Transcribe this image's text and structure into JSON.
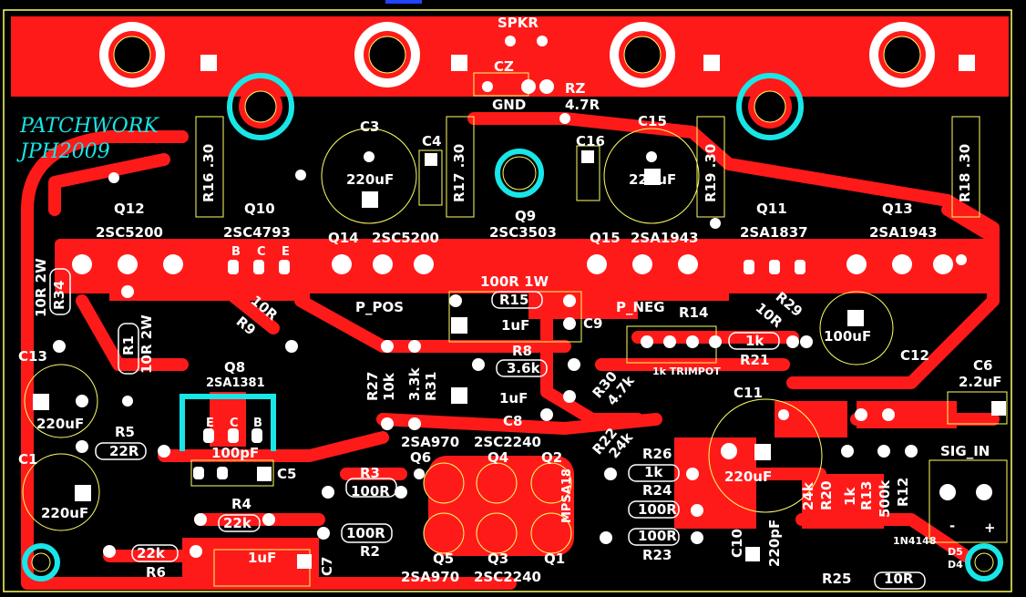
{
  "colors": {
    "background": "#000000",
    "copper": "#ff1a1a",
    "silkscreen": "#ffff66",
    "pad": "#ffffff",
    "accent": "#19e6e6"
  },
  "brand": {
    "line1": "PATCHWORK",
    "line2": "JPH2009"
  },
  "header": {
    "spkr": "SPKR",
    "cz": "CZ",
    "rz": "RZ",
    "rz_val": "4.7R",
    "gnd": "GND"
  },
  "caps": {
    "c3": "C3",
    "c3v": "220uF",
    "c4": "C4",
    "c15": "C15",
    "c15v": "220uF",
    "c16": "C16",
    "c13": "C13",
    "c13v": "220uF",
    "c1": "C1",
    "c1v": "220uF",
    "c5": "C5",
    "c5v": "100pF",
    "c7": "C7",
    "c7v": "1uF",
    "c8": "C8",
    "c8v": "1uF",
    "c9": "C9",
    "c9v": "1uF",
    "c11": "C11",
    "c11v": "220uF",
    "c12": "C12",
    "c12v": "100uF",
    "c6": "C6",
    "c6v": "2.2uF",
    "c10": "C10",
    "c10v": "220pF"
  },
  "transistors": {
    "q12": "Q12",
    "q12v": "2SC5200",
    "q10": "Q10",
    "q10v": "2SC4793",
    "q14": "Q14",
    "q14v": "2SC5200",
    "q9": "Q9",
    "q9v": "2SC3503",
    "q15": "Q15",
    "q15v": "2SA1943",
    "q11": "Q11",
    "q11v": "2SA1837",
    "q13": "Q13",
    "q13v": "2SA1943",
    "q8": "Q8",
    "q8v": "2SA1381",
    "q6": "Q6",
    "q6v": "2SA970",
    "q4": "Q4",
    "q4v": "2SC2240",
    "q2": "Q2",
    "q5": "Q5",
    "q5v": "2SA970",
    "q3": "Q3",
    "q3v": "2SC2240",
    "q1": "Q1",
    "q1v": "MPSA18"
  },
  "resistors": {
    "r16": "R16 .30",
    "r17": "R17 .30",
    "r19": "R19 .30",
    "r18": "R18 .30",
    "r34": "R34",
    "r34v": "10R 2W",
    "r1": "R1",
    "r1v": "10R 2W",
    "r9": "R9",
    "r9v": "10R",
    "r15": "R15",
    "r15v": "100R 1W",
    "r14": "R14",
    "r14note": "1k TRIMPOT",
    "r21": "R21",
    "r21v": "1k",
    "r29": "R29",
    "r29v": "10R",
    "r8": "R8",
    "r8v": "3.6k",
    "r27": "R27",
    "r27v": "10k",
    "r31": "R31",
    "r31v": "3.3k",
    "r30": "R30",
    "r30v": "4.7k",
    "r22": "R22",
    "r22v": "24k",
    "r26": "R26",
    "r26v": "1k",
    "r24": "R24",
    "r24v": "100R",
    "r23": "R23",
    "r23v": "100R",
    "r5": "R5",
    "r5v": "22R",
    "r3": "R3",
    "r3v": "100R",
    "r2": "R2",
    "r2v": "100R",
    "r4": "R4",
    "r4v": "22k",
    "r6": "R6",
    "r6v": "22k",
    "r20": "R20",
    "r20v": "24k",
    "r13": "R13",
    "r13v": "1k",
    "r12": "R12",
    "r12v": "500k",
    "r25": "R25",
    "r25v": "10R"
  },
  "misc": {
    "ppos": "P_POS",
    "pneg": "P_NEG",
    "sig_in": "SIG_IN",
    "diode": "1N4148",
    "d5": "D5",
    "d4": "D4",
    "minus": "-",
    "plus": "+",
    "pin_b": "B",
    "pin_c": "C",
    "pin_e": "E"
  }
}
